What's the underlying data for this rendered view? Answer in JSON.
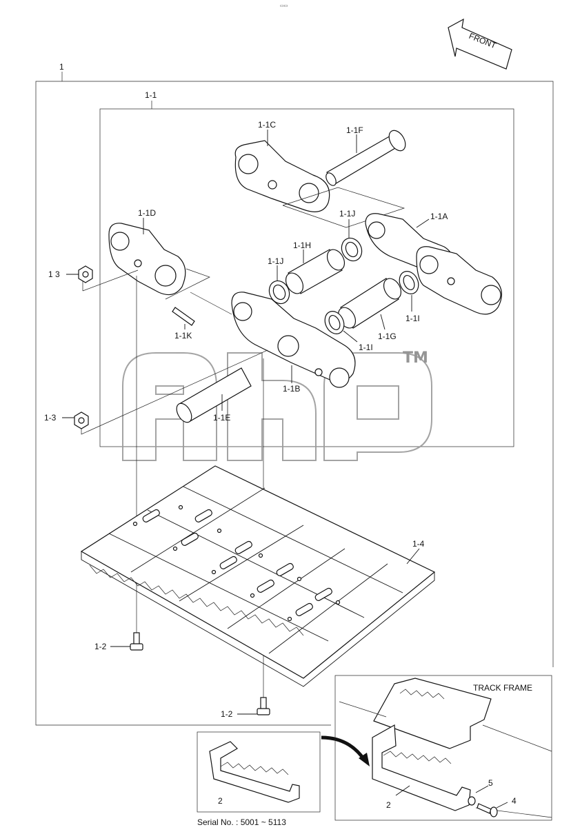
{
  "front_label": "FRONT",
  "track_frame_label": "TRACK FRAME",
  "serial_text": "Serial No. : 5001 ~ 5113",
  "watermark": {
    "text": "ana",
    "tm": "TM"
  },
  "labels": {
    "l1": "1",
    "l1_1": "1-1",
    "l1_1A": "1-1A",
    "l1_1B": "1-1B",
    "l1_1C": "1-1C",
    "l1_1D": "1-1D",
    "l1_1E": "1-1E",
    "l1_1F": "1-1F",
    "l1_1G": "1-1G",
    "l1_1H": "1-1H",
    "l1_1I_a": "1-1I",
    "l1_1I_b": "1-1I",
    "l1_1J_a": "1-1J",
    "l1_1J_b": "1-1J",
    "l1_1K": "1-1K",
    "l1_2_a": "1-2",
    "l1_2_b": "1-2",
    "l1_3_a": "1 3",
    "l1_3_b": "1-3",
    "l1_4": "1-4",
    "l2_a": "2",
    "l2_b": "2",
    "l4": "4",
    "l5": "5"
  }
}
